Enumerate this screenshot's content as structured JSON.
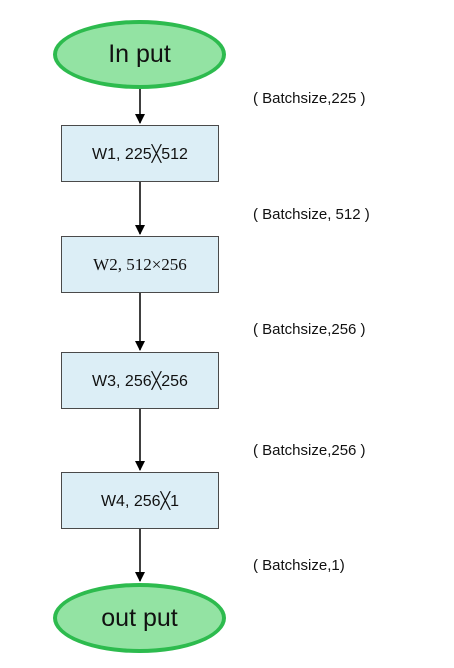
{
  "nodes": {
    "input": {
      "label": "In put"
    },
    "w1": {
      "label": "W1, 225╳512"
    },
    "w2": {
      "label": "W2, 512×256"
    },
    "w3": {
      "label": "W3, 256╳256"
    },
    "w4": {
      "label": "W4, 256╳1"
    },
    "output": {
      "label": "out put"
    }
  },
  "edges": [
    {
      "from": "input",
      "to": "w1",
      "label": "( Batchsize,225 )"
    },
    {
      "from": "w1",
      "to": "w2",
      "label": "( Batchsize, 512 )"
    },
    {
      "from": "w2",
      "to": "w3",
      "label": "( Batchsize,256 )"
    },
    {
      "from": "w3",
      "to": "w4",
      "label": "( Batchsize,256 )"
    },
    {
      "from": "w4",
      "to": "output",
      "label": "( Batchsize,1)"
    }
  ],
  "colors": {
    "terminal_fill": "#93e3a3",
    "terminal_border": "#2dbb4e",
    "box_fill": "#dceef6",
    "box_border": "#4a4a4a",
    "arrow": "#000000"
  }
}
